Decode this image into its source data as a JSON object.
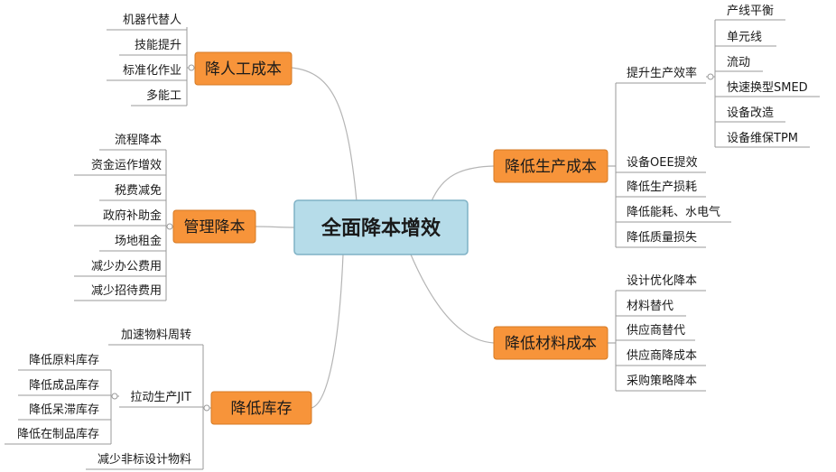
{
  "root": {
    "label": "全面降本增效"
  },
  "branches": {
    "labor": {
      "label": "降人工成本",
      "items": [
        "机器代替人",
        "技能提升",
        "标准化作业",
        "多能工"
      ]
    },
    "management": {
      "label": "管理降本",
      "items": [
        "流程降本",
        "资金运作增效",
        "税费减免",
        "政府补助金",
        "场地租金",
        "减少办公费用",
        "减少招待费用"
      ]
    },
    "inventory": {
      "label": "降低库存",
      "items": [
        "加速物料周转",
        "拉动生产JIT",
        "减少非标设计物料"
      ],
      "jit_items": [
        "降低原料库存",
        "降低成品库存",
        "降低呆滞库存",
        "降低在制品库存"
      ]
    },
    "production": {
      "label": "降低生产成本",
      "items": [
        "提升生产效率",
        "设备OEE提效",
        "降低生产损耗",
        "降低能耗、水电气",
        "降低质量损失"
      ],
      "efficiency_items": [
        "产线平衡",
        "单元线",
        "流动",
        "快速换型SMED",
        "设备改造",
        "设备维保TPM"
      ]
    },
    "material": {
      "label": "降低材料成本",
      "items": [
        "设计优化降本",
        "材料替代",
        "供应商替代",
        "供应商降成本",
        "采购策略降本"
      ]
    }
  }
}
